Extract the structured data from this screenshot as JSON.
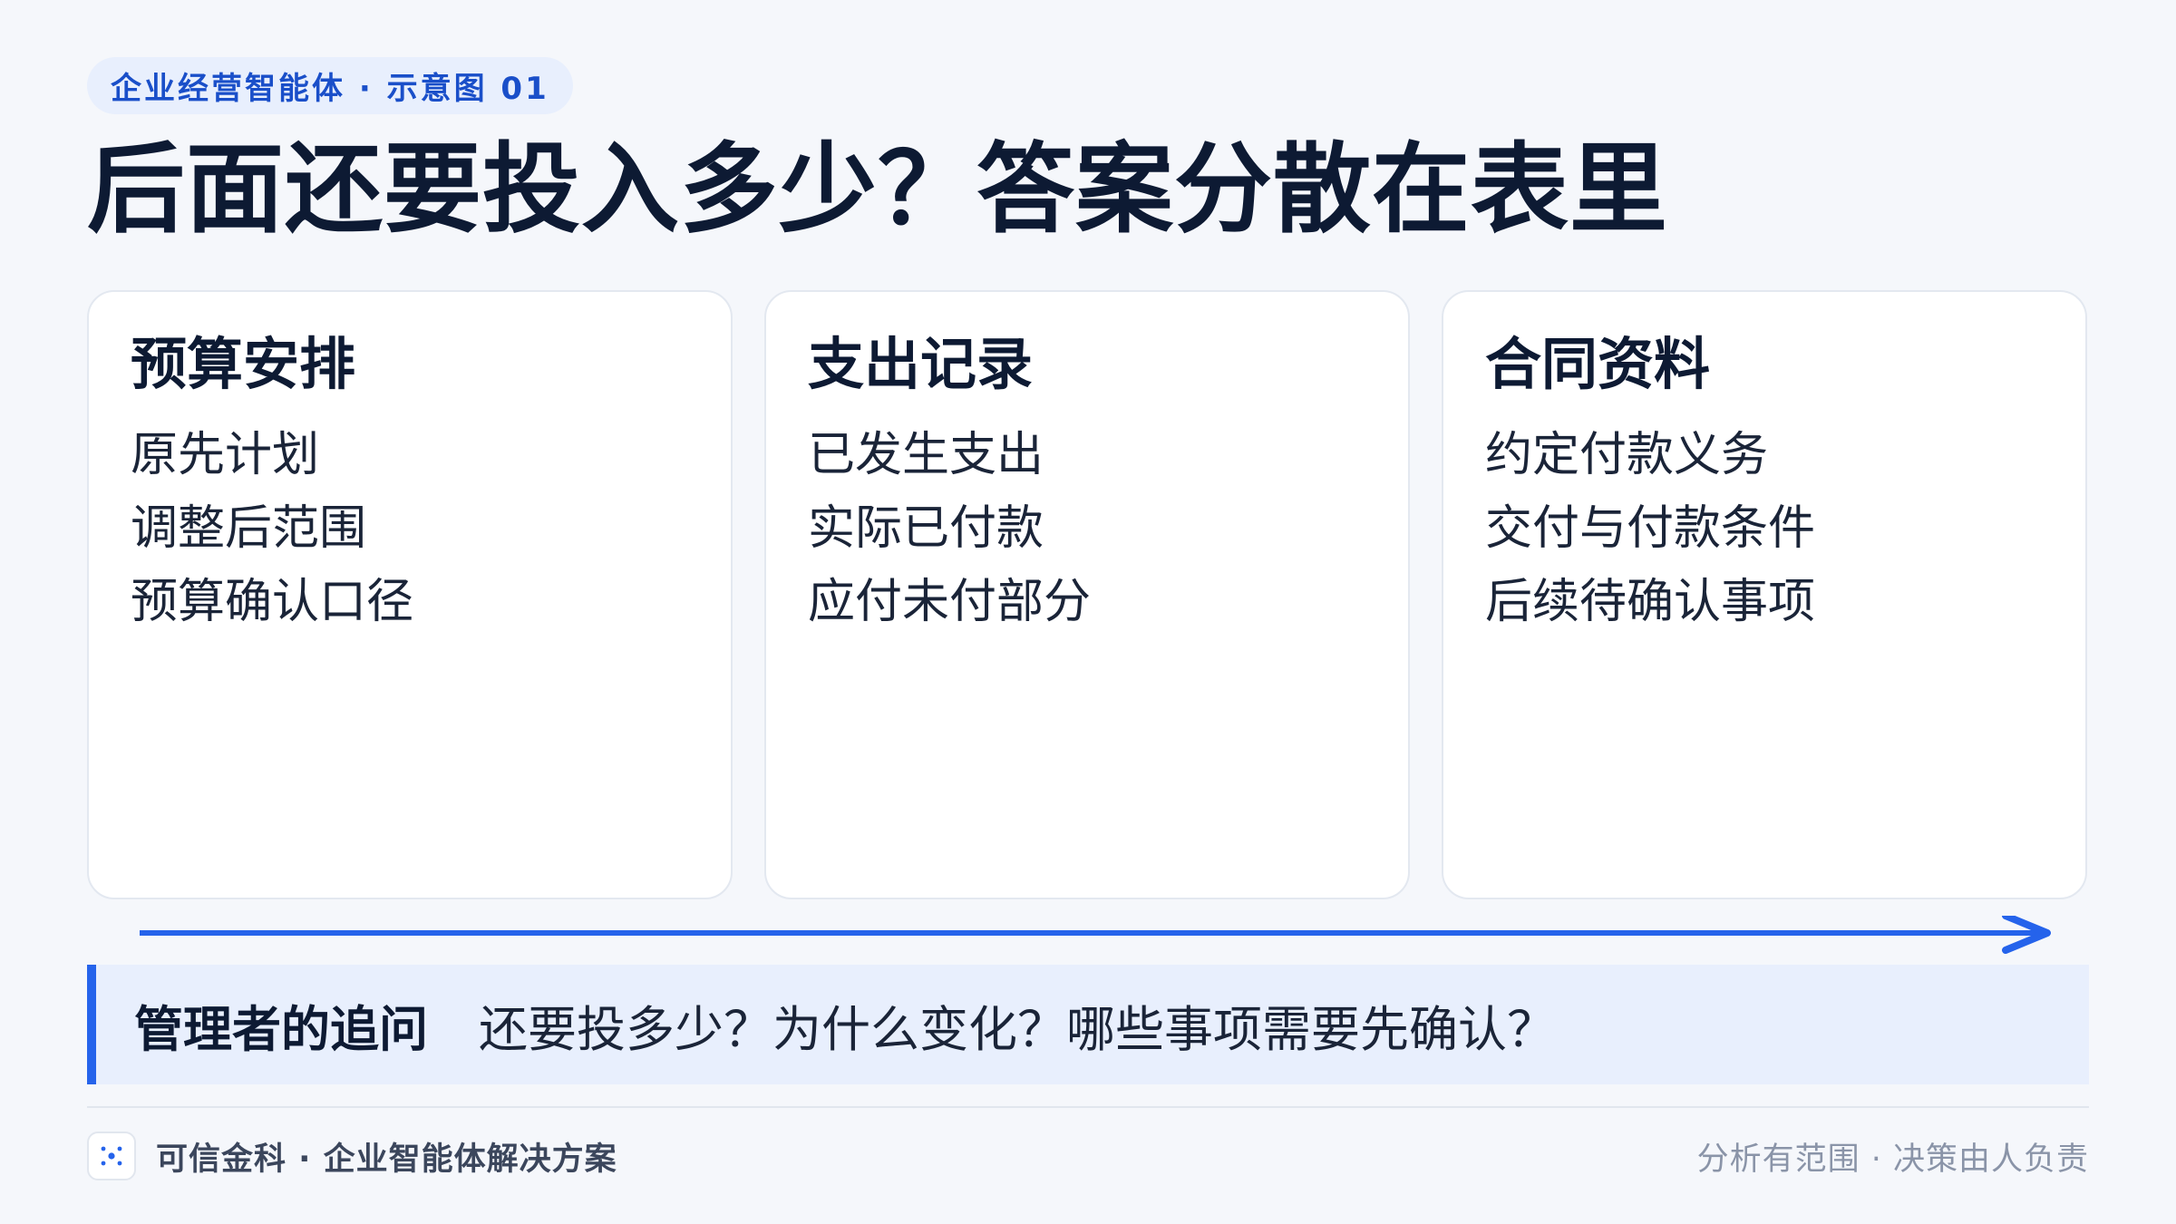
{
  "badge": "企业经营智能体 · 示意图 01",
  "title": "后面还要投入多少？答案分散在表里",
  "cards": [
    {
      "title": "预算安排",
      "items": [
        "原先计划",
        "调整后范围",
        "预算确认口径"
      ]
    },
    {
      "title": "支出记录",
      "items": [
        "已发生支出",
        "实际已付款",
        "应付未付部分"
      ]
    },
    {
      "title": "合同资料",
      "items": [
        "约定付款义务",
        "交付与付款条件",
        "后续待确认事项"
      ]
    }
  ],
  "callout": {
    "label": "管理者的追问",
    "text": "还要投多少？为什么变化？哪些事项需要先确认？"
  },
  "footer": {
    "brand": "可信金科 · 企业智能体解决方案",
    "tagline": "分析有范围 · 决策由人负责",
    "logo_icon": "dots-logo-icon"
  },
  "colors": {
    "accent": "#2563eb",
    "badge_bg": "#e8effd",
    "page_bg": "#f5f7fb"
  }
}
